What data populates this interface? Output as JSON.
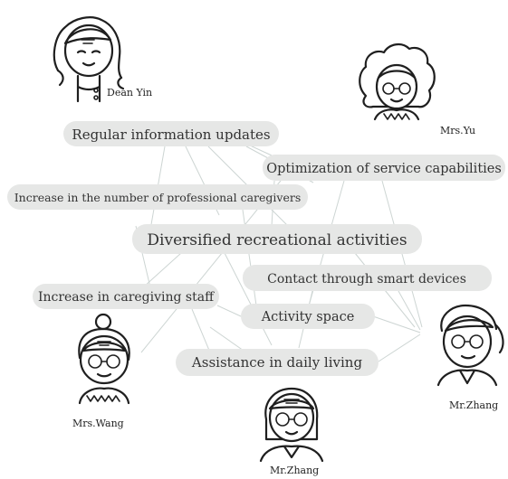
{
  "people": [
    {
      "id": "dean-yin",
      "name": "Dean Yin"
    },
    {
      "id": "mrs-yu",
      "name": "Mrs.Yu"
    },
    {
      "id": "mrs-wang",
      "name": "Mrs.Wang"
    },
    {
      "id": "mr-zhang-right",
      "name": "Mr.Zhang"
    },
    {
      "id": "mr-zhang-bottom",
      "name": "Mr.Zhang"
    }
  ],
  "topics": [
    {
      "id": "regular-info",
      "label": "Regular information updates"
    },
    {
      "id": "optimization",
      "label": "Optimization of service capabilities"
    },
    {
      "id": "professional-caregivers",
      "label": "Increase in the number of professional caregivers"
    },
    {
      "id": "recreational",
      "label": "Diversified recreational activities"
    },
    {
      "id": "smart-devices",
      "label": "Contact through smart devices"
    },
    {
      "id": "caregiving-staff",
      "label": "Increase in caregiving staff"
    },
    {
      "id": "activity-space",
      "label": "Activity space"
    },
    {
      "id": "daily-living",
      "label": "Assistance in daily living"
    }
  ],
  "colors": {
    "pill": "#e6e7e6",
    "edge": "#cdd5d3",
    "text": "#333333"
  }
}
